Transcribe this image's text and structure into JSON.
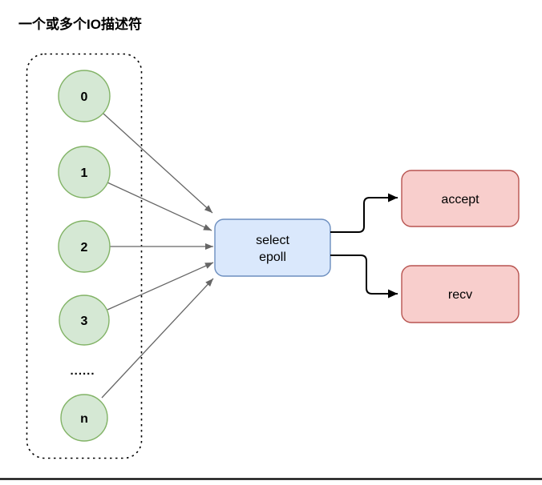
{
  "title": "一个或多个IO描述符",
  "descriptor_group": {
    "nodes": [
      "0",
      "1",
      "2",
      "3"
    ],
    "ellipsis": "......",
    "last_node": "n"
  },
  "select_box": {
    "line1": "select",
    "line2": "epoll"
  },
  "accept_box": {
    "label": "accept"
  },
  "recv_box": {
    "label": "recv"
  },
  "colors": {
    "node_fill": "#d5e8d4",
    "node_stroke": "#82b366",
    "select_fill": "#dae8fc",
    "select_stroke": "#6c8ebf",
    "output_fill": "#f8cecc",
    "output_stroke": "#b85450",
    "edge_gray": "#666666",
    "edge_black": "#000000"
  }
}
